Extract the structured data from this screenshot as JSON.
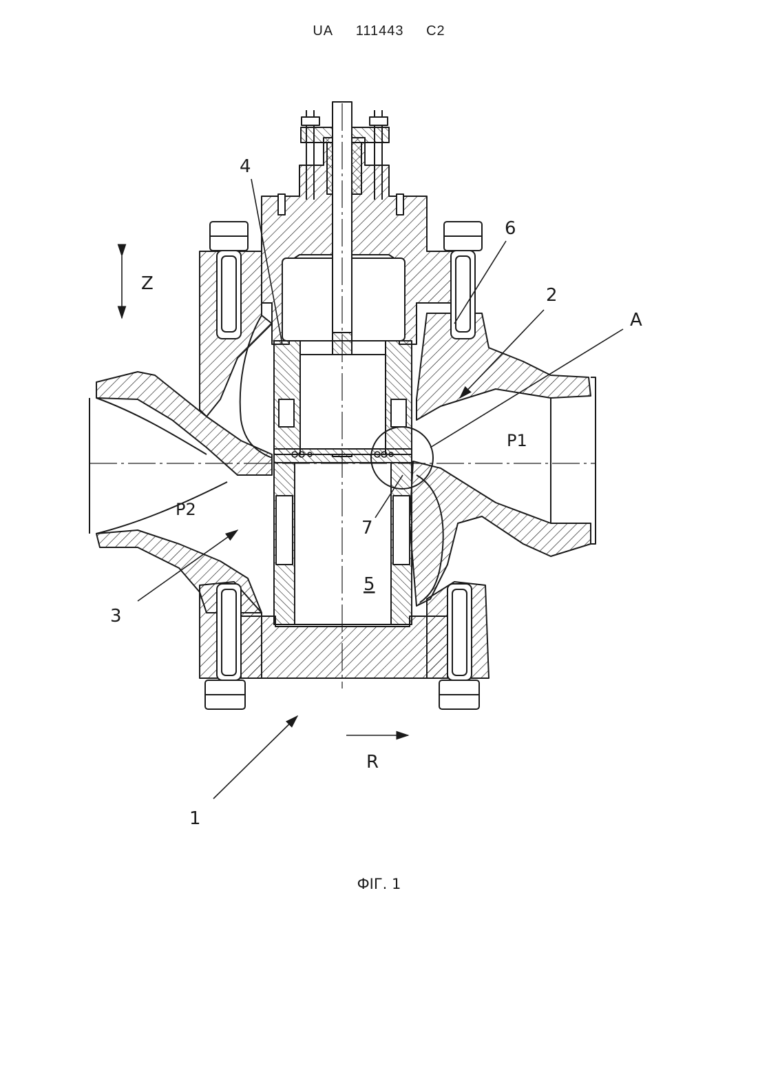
{
  "header": {
    "country": "UA",
    "number": "111443",
    "kind": "C2"
  },
  "figure": {
    "caption": "ФІГ. 1",
    "labels": {
      "l1": "1",
      "l2": "2",
      "l3": "3",
      "l4": "4",
      "l5": "5",
      "l6": "6",
      "l7": "7",
      "lA": "A",
      "lP1": "P1",
      "lP2": "P2",
      "lZ": "Z",
      "lR": "R"
    }
  },
  "colors": {
    "ink": "#1a1a1a",
    "paper": "#ffffff"
  }
}
